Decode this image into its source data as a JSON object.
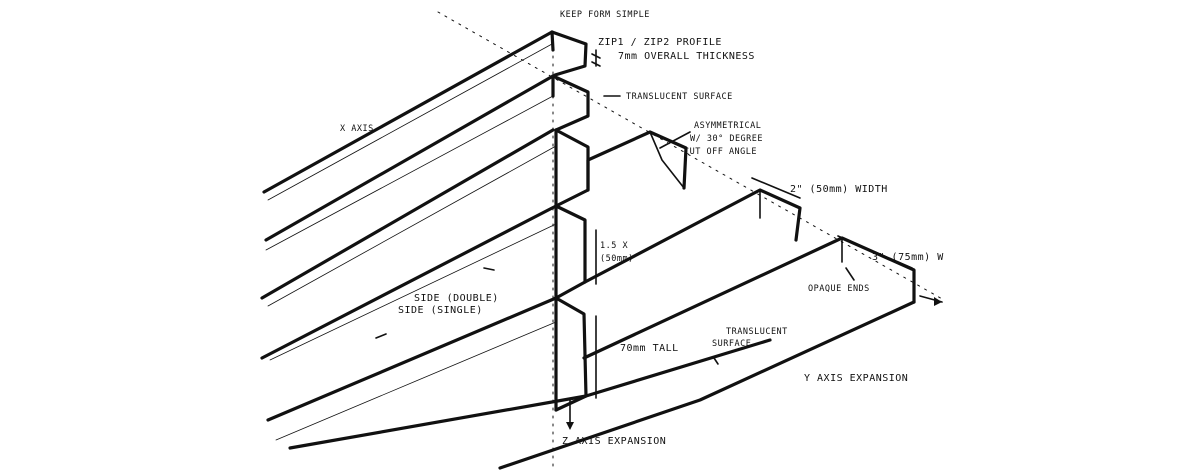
{
  "annotations": {
    "keep_form_simple": "KEEP FORM SIMPLE",
    "profile_line1": "ZIP1 / ZIP2 PROFILE",
    "profile_line2": "7mm OVERALL THICKNESS",
    "translucent_surface_top": "TRANSLUCENT SURFACE",
    "asymmetrical_line1": "ASYMMETRICAL",
    "asymmetrical_line2": "W/ 30° DEGREE",
    "asymmetrical_line3": "CUT OFF ANGLE",
    "x_axis": "X AXIS",
    "width_2in": "2\" (50mm) WIDTH",
    "scale_1_5x_line1": "1.5 X",
    "scale_1_5x_line2": "(50mm)",
    "width_3in": "3\" (75mm) W",
    "opaque_ends": "OPAQUE ENDS",
    "side_double": "SIDE (DOUBLE)",
    "side_single": "SIDE (SINGLE)",
    "tall_70mm": "70mm TALL",
    "translucent_surface_line1": "TRANSLUCENT",
    "translucent_surface_line2": "SURFACE",
    "y_axis_expansion": "Y AXIS EXPANSION",
    "z_axis_expansion": "Z AXIS EXPANSION"
  }
}
